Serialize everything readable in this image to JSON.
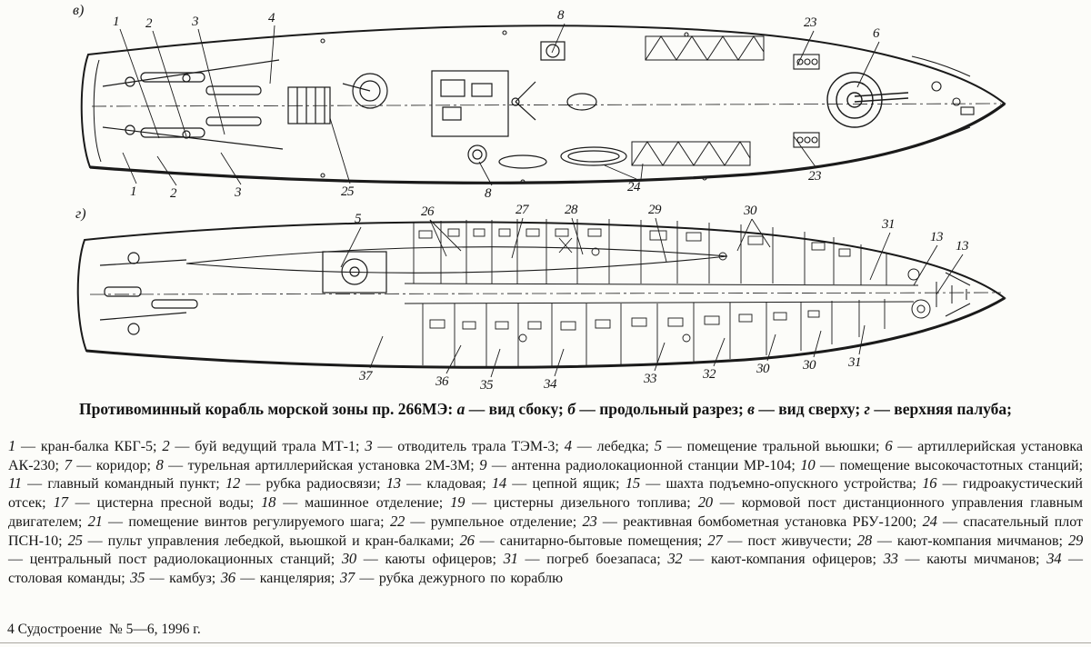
{
  "caption": {
    "segments": [
      "Противоминный корабль морской зоны пр. 266МЭ: ",
      "а",
      " — вид сбоку; ",
      "б",
      " — продольный разрез; ",
      "в",
      " — вид сверху; ",
      "г",
      " — верхняя палуба;"
    ]
  },
  "diagrams": {
    "top_view": {
      "label": "в)",
      "callouts_top": [
        "1",
        "2",
        "3",
        "4",
        "8",
        "23",
        "6"
      ],
      "callouts_bottom": [
        "1",
        "2",
        "3",
        "25",
        "8",
        "24",
        "23"
      ]
    },
    "deck_plan": {
      "label": "г)",
      "callouts_top": [
        "5",
        "26",
        "27",
        "28",
        "29",
        "30",
        "31",
        "13",
        "13"
      ],
      "callouts_bottom": [
        "37",
        "36",
        "35",
        "34",
        "33",
        "32",
        "30",
        "30",
        "31"
      ]
    }
  },
  "legend": {
    "items": [
      {
        "n": "1",
        "t": " — кран-балка КБГ-5; "
      },
      {
        "n": "2",
        "t": " — буй ведущий трала МТ-1; "
      },
      {
        "n": "3",
        "t": " — отводитель трала ТЭМ-3; "
      },
      {
        "n": "4",
        "t": " — лебедка; "
      },
      {
        "n": "5",
        "t": " — помещение тральной вьюшки; "
      },
      {
        "n": "6",
        "t": " — артиллерийская установка АК-230; "
      },
      {
        "n": "7",
        "t": " — коридор; "
      },
      {
        "n": "8",
        "t": " — турельная артиллерийская установка 2М-3М; "
      },
      {
        "n": "9",
        "t": " — антенна радиолокационной станции МР-104; "
      },
      {
        "n": "10",
        "t": " — помещение высокочастотных станций; "
      },
      {
        "n": "11",
        "t": " — главный командный пункт; "
      },
      {
        "n": "12",
        "t": " — рубка радиосвязи; "
      },
      {
        "n": "13",
        "t": " — кладовая; "
      },
      {
        "n": "14",
        "t": " — цепной ящик; "
      },
      {
        "n": "15",
        "t": " — шахта подъемно-опускного устройства; "
      },
      {
        "n": "16",
        "t": " — гидроакустический отсек; "
      },
      {
        "n": "17",
        "t": " — цистерна пресной воды; "
      },
      {
        "n": "18",
        "t": " — машинное отделение; "
      },
      {
        "n": "19",
        "t": " — цистерны дизельного топлива; "
      },
      {
        "n": "20",
        "t": " — кормовой пост дистанционного управления главным двигателем; "
      },
      {
        "n": "21",
        "t": " — помещение винтов регулируемого шага; "
      },
      {
        "n": "22",
        "t": " — румпельное отделение; "
      },
      {
        "n": "23",
        "t": " — реактивная бомбометная установка РБУ-1200; "
      },
      {
        "n": "24",
        "t": " — спасательный плот ПСН-10; "
      },
      {
        "n": "25",
        "t": " — пульт управления лебедкой, вьюшкой и кран-балками; "
      },
      {
        "n": "26",
        "t": " — санитарно-бытовые помещения; "
      },
      {
        "n": "27",
        "t": " — пост живучести; "
      },
      {
        "n": "28",
        "t": " — кают-компания мичманов; "
      },
      {
        "n": "29",
        "t": " — центральный пост радиолокационных станций; "
      },
      {
        "n": "30",
        "t": " — каюты офицеров; "
      },
      {
        "n": "31",
        "t": " — погреб боезапаса; "
      },
      {
        "n": "32",
        "t": " — кают-компания офицеров; "
      },
      {
        "n": "33",
        "t": " — каюты мичманов; "
      },
      {
        "n": "34",
        "t": " — столовая команды; "
      },
      {
        "n": "35",
        "t": " — камбуз; "
      },
      {
        "n": "36",
        "t": " — канцелярия; "
      },
      {
        "n": "37",
        "t": " — рубка дежурного по кораблю"
      }
    ]
  },
  "footer": {
    "text": "4 Судостроение  № 5—6, 1996 г."
  },
  "colors": {
    "ink": "#1a1a1a",
    "paper": "#fcfcf9"
  }
}
